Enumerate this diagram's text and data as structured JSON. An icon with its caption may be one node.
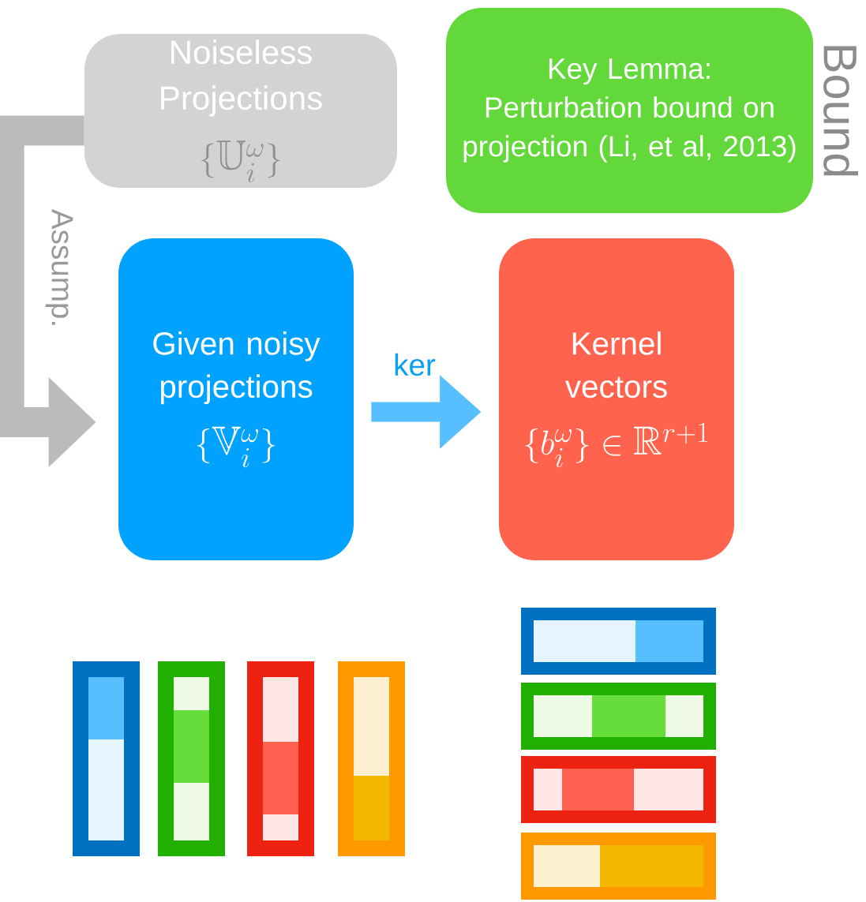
{
  "diagram": {
    "nodes": [
      {
        "text": [
          "Noiseless Projections",
          "\\{\\mathbb{U}_i^{\\omega}\\}"
        ]
      },
      {
        "text": [
          "Key Lemma:",
          "Perturbation bound on projection (Li, et al, 2013)"
        ],
        "beside": [
          "Bound"
        ]
      },
      {
        "text": [
          "Given noisy projections",
          "\\{\\mathbb{V}_i^{\\omega}\\}"
        ]
      },
      {
        "text": [
          "Kernel vectors",
          "\\{b_i^{\\omega}\\} \\in \\mathbb{R}^{r+1}"
        ]
      }
    ],
    "edges": [
      {
        "from": 0,
        "to": 2,
        "arrow": "to",
        "label": "Assump.",
        "color": "#bbbbbb"
      },
      {
        "from": 2,
        "to": 3,
        "arrow": "to",
        "label": "ker",
        "color": "#58bfff"
      }
    ]
  }
}
